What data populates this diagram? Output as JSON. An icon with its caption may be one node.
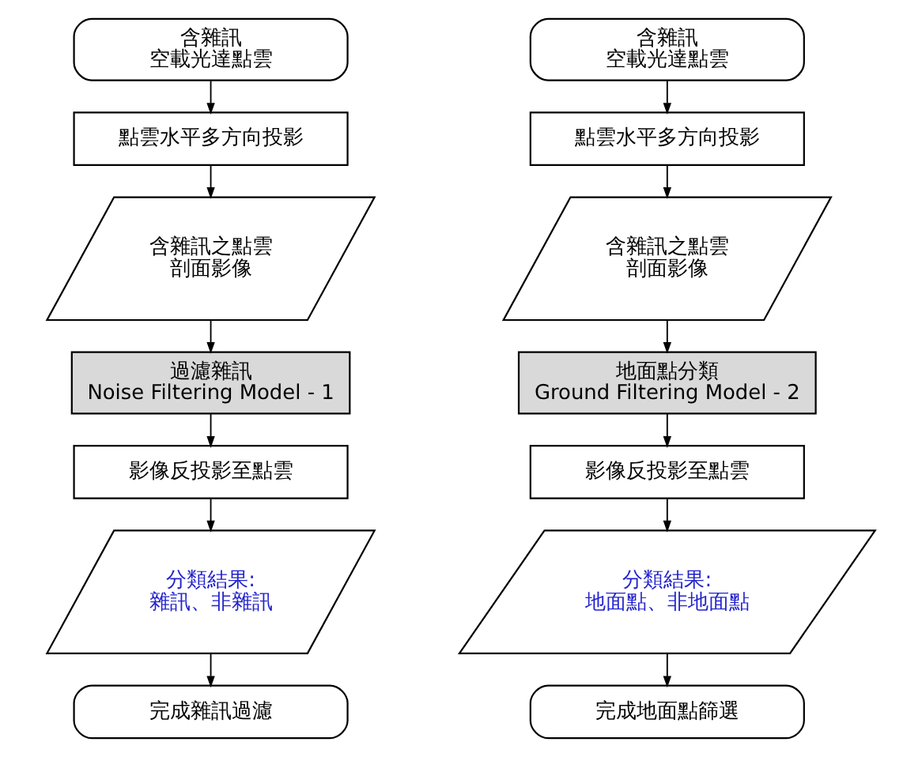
{
  "diagram": {
    "nodes": [
      {
        "text": [
          "含雜訊",
          "空載光達點雲"
        ]
      },
      {
        "text": [
          "點雲水平多方向投影"
        ]
      },
      {
        "text": [
          "含雜訊之點雲",
          "剖面影像"
        ]
      },
      {
        "text": [
          "過濾雜訊",
          "Noise Filtering Model - 1"
        ]
      },
      {
        "text": [
          "影像反投影至點雲"
        ]
      },
      {
        "text": [
          "分類結果:",
          "雜訊、非雜訊"
        ]
      },
      {
        "text": [
          "完成雜訊過濾"
        ]
      },
      {
        "text": [
          "含雜訊",
          "空載光達點雲"
        ]
      },
      {
        "text": [
          "點雲水平多方向投影"
        ]
      },
      {
        "text": [
          "含雜訊之點雲",
          "剖面影像"
        ]
      },
      {
        "text": [
          "地面點分類",
          "Ground Filtering Model - 2"
        ]
      },
      {
        "text": [
          "影像反投影至點雲"
        ]
      },
      {
        "text": [
          "分類結果:",
          "地面點、非地面點"
        ]
      },
      {
        "text": [
          "完成地面點篩選"
        ]
      }
    ],
    "edges": [
      {
        "from": 0,
        "to": 1,
        "arrow": "to"
      },
      {
        "from": 1,
        "to": 2,
        "arrow": "to"
      },
      {
        "from": 2,
        "to": 3,
        "arrow": "to"
      },
      {
        "from": 3,
        "to": 4,
        "arrow": "to"
      },
      {
        "from": 4,
        "to": 5,
        "arrow": "to"
      },
      {
        "from": 5,
        "to": 6,
        "arrow": "to"
      },
      {
        "from": 7,
        "to": 8,
        "arrow": "to"
      },
      {
        "from": 8,
        "to": 9,
        "arrow": "to"
      },
      {
        "from": 9,
        "to": 10,
        "arrow": "to"
      },
      {
        "from": 10,
        "to": 11,
        "arrow": "to"
      },
      {
        "from": 11,
        "to": 12,
        "arrow": "to"
      },
      {
        "from": 12,
        "to": 13,
        "arrow": "to"
      }
    ]
  }
}
